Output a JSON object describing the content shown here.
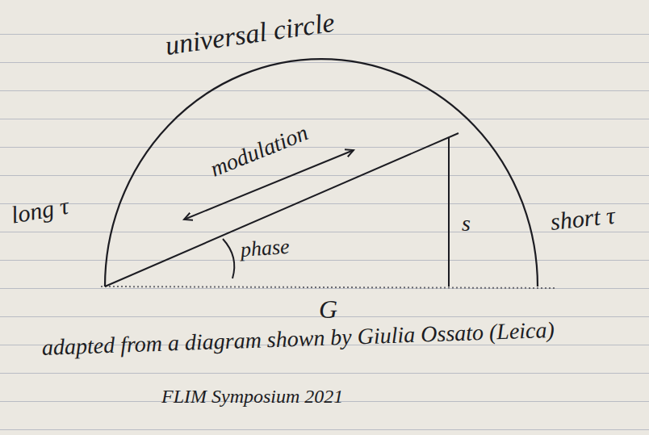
{
  "diagram": {
    "labels": [
      "universal circle",
      "modulation",
      "long τ",
      "short τ",
      "phase",
      "s",
      "G",
      "adapted from a diagram shown by Giulia Ossato (Leica)",
      "FLIM Symposium 2021"
    ]
  }
}
